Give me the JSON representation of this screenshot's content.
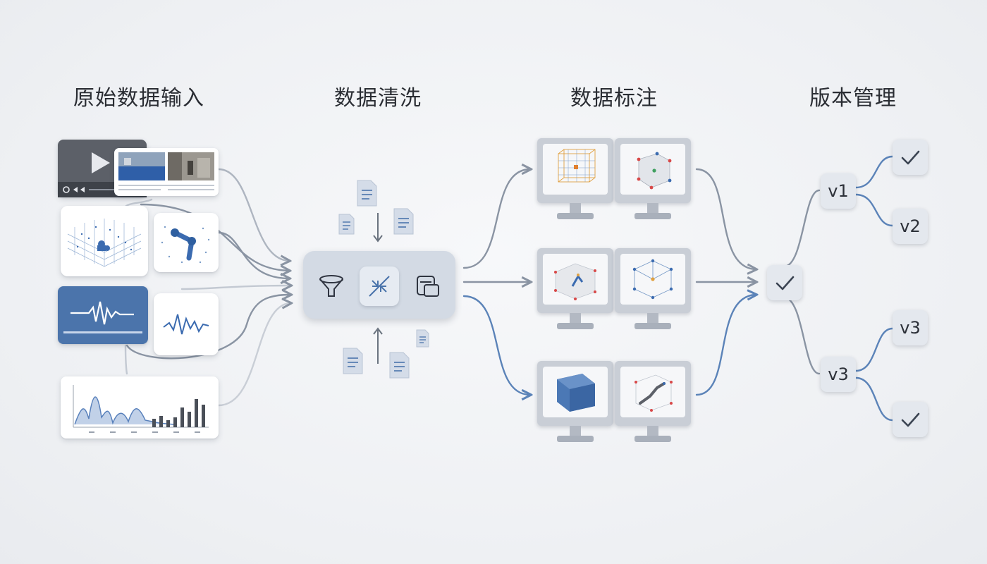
{
  "stages": {
    "raw_input": "原始数据输入",
    "cleaning": "数据清洗",
    "annotation": "数据标注",
    "versioning": "版本管理"
  },
  "versions": {
    "v1": "v1",
    "v2": "v2",
    "v3_top": "v3",
    "v3_bottom": "v3"
  },
  "colors": {
    "accent": "#4b74ab",
    "line": "#8a94a3",
    "panel": "#d3dae4",
    "node": "#e4e8ee"
  },
  "icons": {
    "cleaning_tools": [
      "filter-funnel-icon",
      "merge-arrows-icon",
      "dedupe-copy-icon"
    ]
  }
}
